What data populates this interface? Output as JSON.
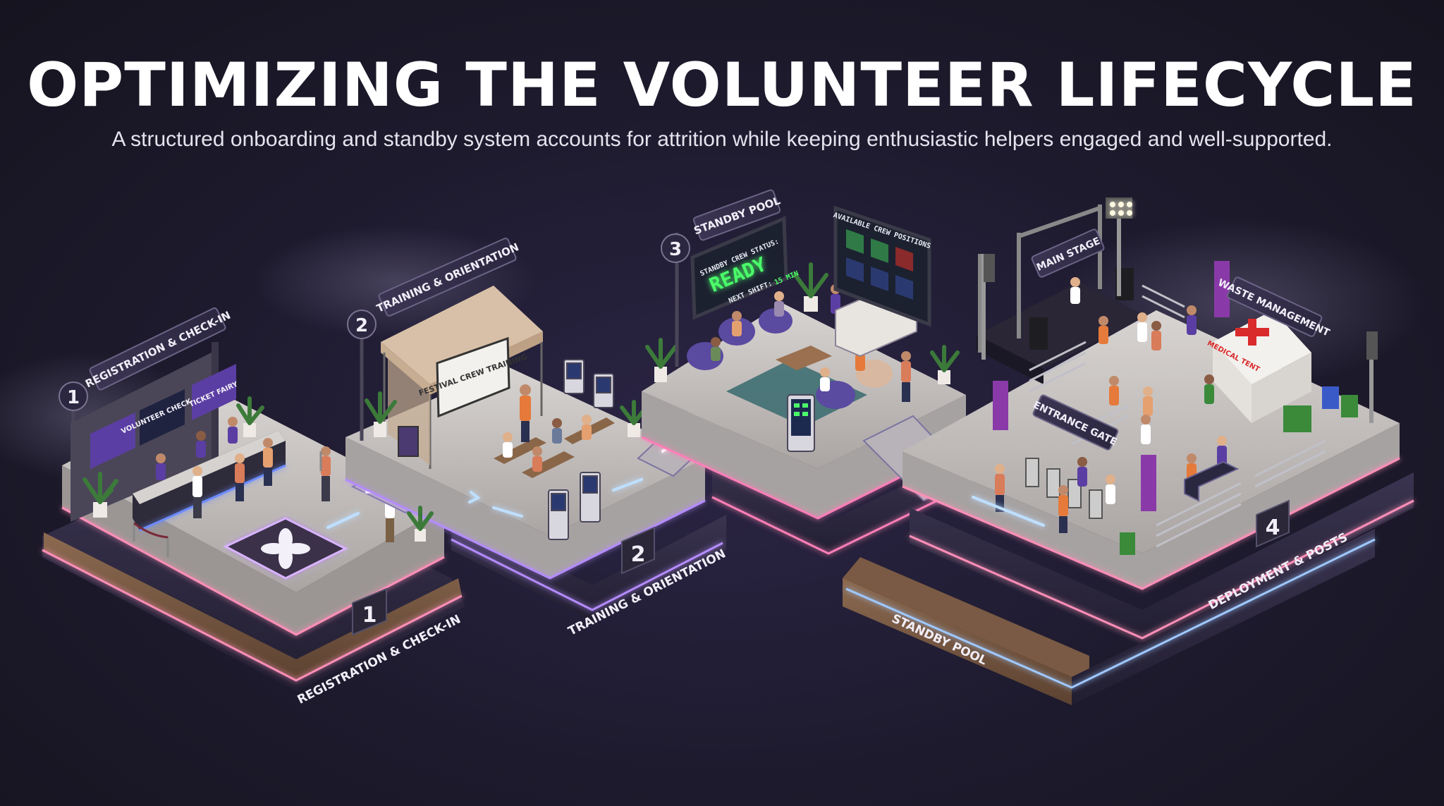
{
  "header": {
    "title": "OPTIMIZING THE VOLUNTEER LIFECYCLE",
    "subtitle": "A structured onboarding and standby system accounts for attrition while keeping enthusiastic helpers engaged and well-supported."
  },
  "stations": [
    {
      "number": "1",
      "sign": "REGISTRATION & CHECK-IN",
      "base_label": "REGISTRATION & CHECK-IN"
    },
    {
      "number": "2",
      "sign": "TRAINING & ORIENTATION",
      "base_label": "TRAINING & ORIENTATION"
    },
    {
      "number": "3",
      "sign": "STANDBY POOL",
      "base_label": "STANDBY POOL"
    },
    {
      "number": "4",
      "base_label": "DEPLOYMENT & POSTS"
    }
  ],
  "booth": {
    "brand": "TICKET FAIRY",
    "banner": "VOLUNTEER CHECK-IN"
  },
  "training": {
    "screen": "FESTIVAL CREW TRAINING"
  },
  "standby": {
    "status_label": "STANDBY CREW STATUS:",
    "status_value": "READY",
    "next_shift_label": "NEXT SHIFT:",
    "next_shift_value": "15 MIN",
    "board_title": "AVAILABLE CREW POSITIONS"
  },
  "deployment": {
    "main_stage": "MAIN STAGE",
    "waste": "WASTE MANAGEMENT",
    "entrance": "ENTRANCE GATE",
    "medical": "MEDICAL TENT"
  },
  "colors": {
    "background": "#1d1a2d",
    "accent_purple": "#7b4fc9",
    "glow_pink": "#ff7fb8",
    "glow_blue": "#9fc8ff",
    "ready_green": "#4cff6a",
    "platform": "#c9c5c3",
    "wood": "#7a5a44"
  }
}
